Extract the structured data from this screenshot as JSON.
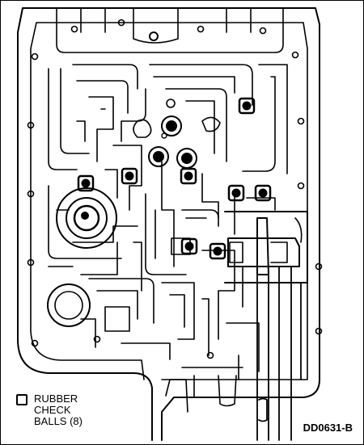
{
  "legend": {
    "icon": "square-outline-icon",
    "line1": "RUBBER",
    "line2": "CHECK",
    "line3": "BALLS (8)"
  },
  "figure_id": "DD0631-B",
  "check_ball_count": 8
}
